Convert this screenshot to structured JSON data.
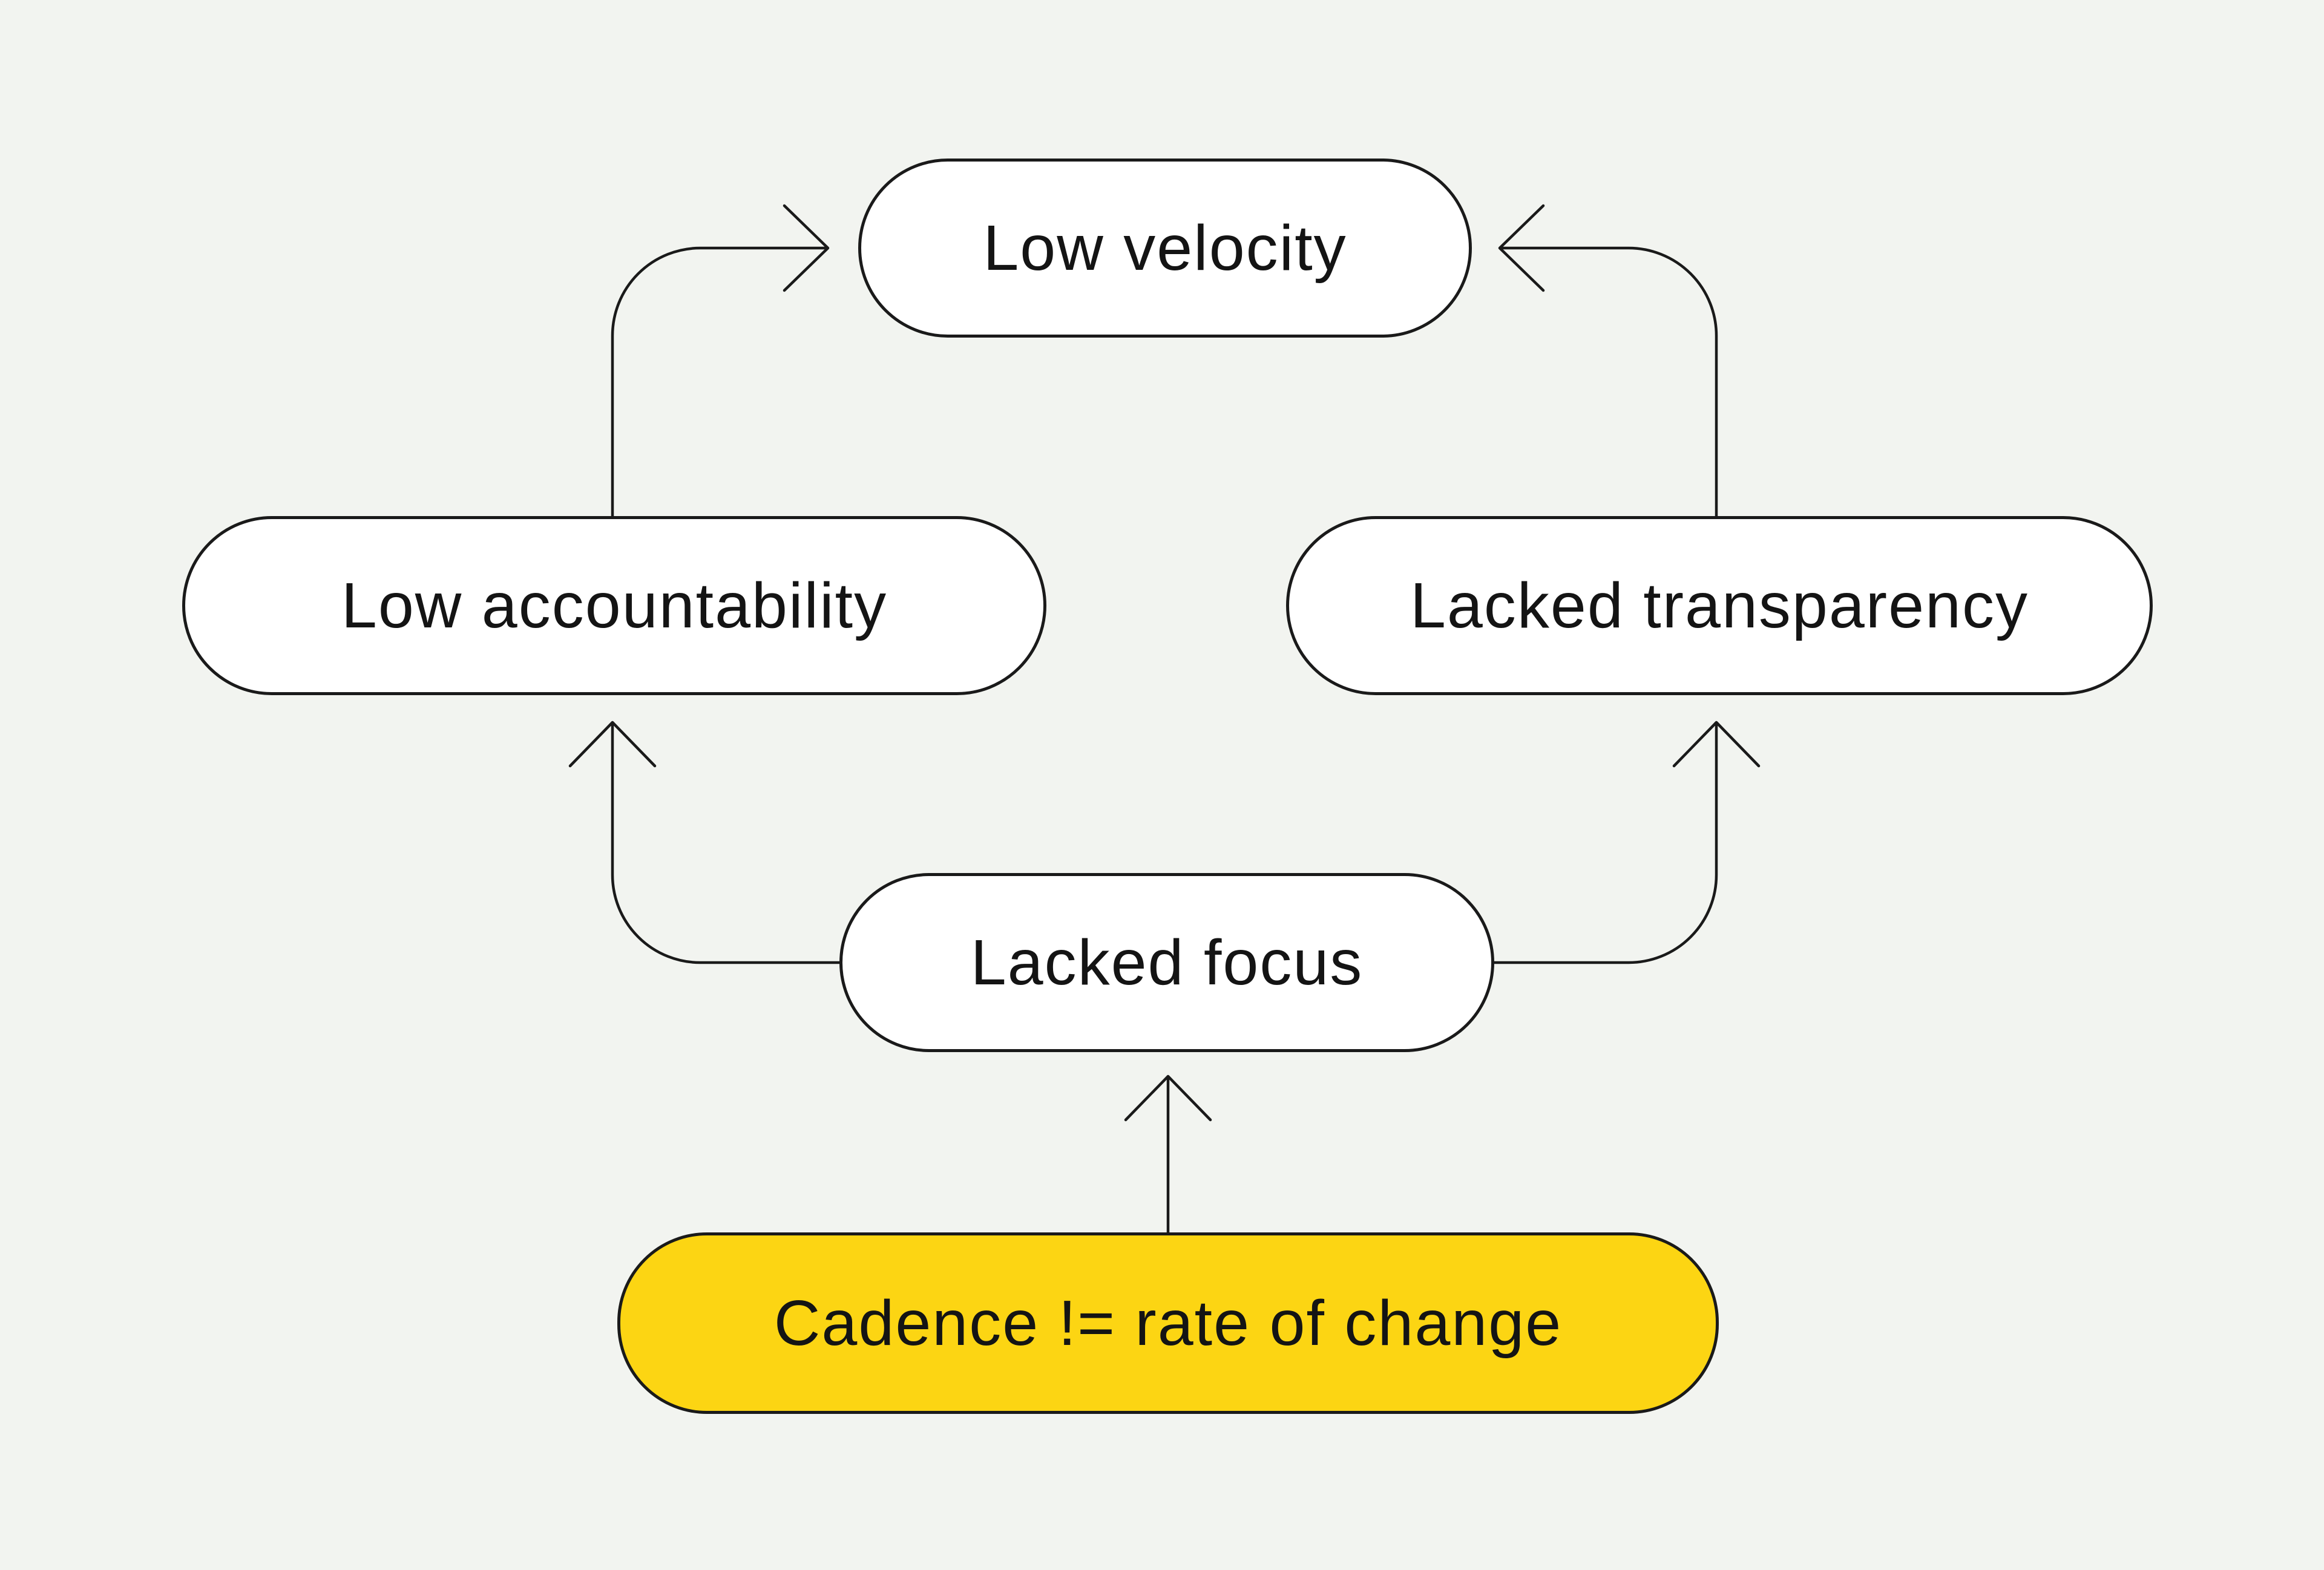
{
  "diagram": {
    "type": "causal-loop",
    "nodes": {
      "low_velocity": {
        "label": "Low velocity",
        "style": "default"
      },
      "low_accountability": {
        "label": "Low accountability",
        "style": "default"
      },
      "lacked_transparency": {
        "label": "Lacked transparency",
        "style": "default"
      },
      "lacked_focus": {
        "label": "Lacked focus",
        "style": "default"
      },
      "cadence": {
        "label": "Cadence != rate of change",
        "style": "accent"
      }
    },
    "edges": [
      {
        "from": "low_accountability",
        "to": "low_velocity"
      },
      {
        "from": "lacked_transparency",
        "to": "low_velocity"
      },
      {
        "from": "lacked_focus",
        "to": "low_accountability"
      },
      {
        "from": "lacked_focus",
        "to": "lacked_transparency"
      },
      {
        "from": "cadence",
        "to": "lacked_focus"
      }
    ]
  },
  "colors": {
    "bg": "#F2F4F0",
    "line": "#1A1A1A",
    "text": "#141414",
    "node_fill": "#FFFFFF",
    "accent_fill": "#FCD513"
  }
}
